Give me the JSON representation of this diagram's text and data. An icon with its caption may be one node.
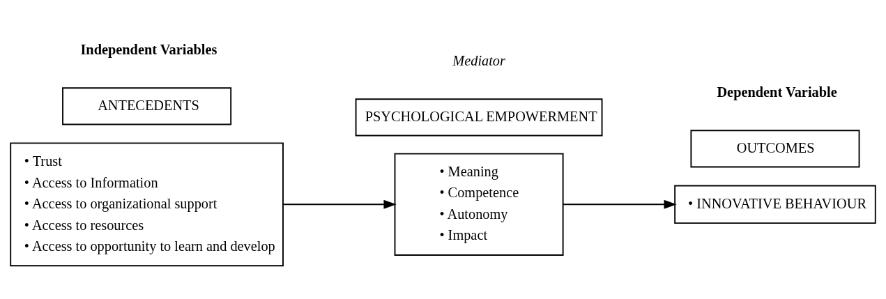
{
  "diagram": {
    "nodes": [
      {
        "text": [
          "ANTECEDENTS"
        ]
      },
      {
        "text": [
          "PSYCHOLOGICAL EMPOWERMENT"
        ]
      },
      {
        "text": [
          "OUTCOMES"
        ]
      },
      {
        "text": [
          "• Trust",
          "• Access to Information",
          "• Access to organizational support",
          "• Access to resources",
          "• Access to opportunity to learn and develop"
        ]
      },
      {
        "text": [
          "• Meaning",
          "• Competence",
          "• Autonomy",
          "• Impact"
        ]
      },
      {
        "text": [
          "• INNOVATIVE BEHAVIOUR"
        ]
      }
    ],
    "edges": [
      {
        "from": 3,
        "to": 4,
        "arrow": "to"
      },
      {
        "from": 4,
        "to": 5,
        "arrow": "to"
      }
    ],
    "labels": [
      "Independent Variables",
      "Mediator",
      "Dependent Variable"
    ]
  }
}
